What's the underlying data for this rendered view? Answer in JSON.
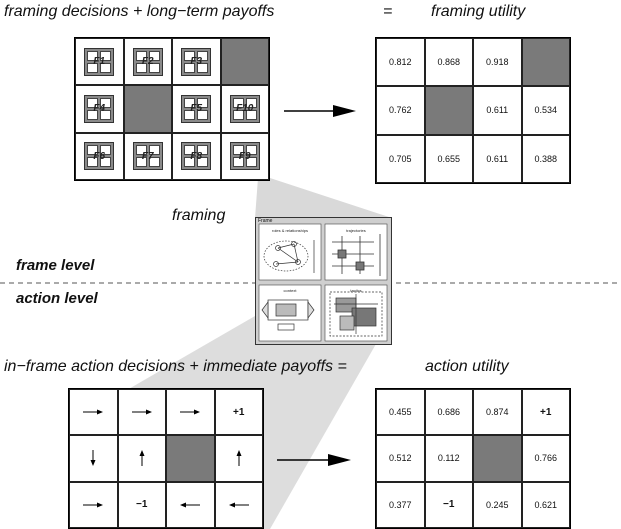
{
  "headings": {
    "top_left": "framing decisions + long−term payoffs",
    "top_equals": "=",
    "top_right": "framing utility",
    "framing": "framing",
    "frame_level": "frame level",
    "action_level": "action level",
    "bottom_left": "in−frame action decisions + immediate payoffs =",
    "bottom_right": "action utility"
  },
  "frame_grid": {
    "rows": [
      [
        {
          "label": "F1"
        },
        {
          "label": "F2"
        },
        {
          "label": "F3"
        },
        {
          "blocked": true
        }
      ],
      [
        {
          "label": "F4"
        },
        {
          "blocked": true
        },
        {
          "label": "F5"
        },
        {
          "label": "F10"
        }
      ],
      [
        {
          "label": "F6"
        },
        {
          "label": "F7"
        },
        {
          "label": "F8"
        },
        {
          "label": "F9"
        }
      ]
    ]
  },
  "framing_utility": {
    "rows": [
      [
        "0.812",
        "0.868",
        "0.918",
        null
      ],
      [
        "0.762",
        null,
        "0.611",
        "0.534"
      ],
      [
        "0.705",
        "0.655",
        "0.611",
        "0.388"
      ]
    ]
  },
  "action_grid": {
    "rows": [
      [
        {
          "arrow": "right"
        },
        {
          "arrow": "right"
        },
        {
          "arrow": "right"
        },
        {
          "text": "+1"
        }
      ],
      [
        {
          "arrow": "down"
        },
        {
          "arrow": "up"
        },
        {
          "blocked": true
        },
        {
          "arrow": "up"
        }
      ],
      [
        {
          "arrow": "right"
        },
        {
          "text": "−1"
        },
        {
          "arrow": "left"
        },
        {
          "arrow": "left"
        }
      ]
    ]
  },
  "action_utility": {
    "rows": [
      [
        "0.455",
        "0.686",
        "0.874",
        "+1"
      ],
      [
        "0.512",
        "0.112",
        null,
        "0.766"
      ],
      [
        "0.377",
        "−1",
        "0.245",
        "0.621"
      ]
    ]
  },
  "framing_panel": {
    "header": "Frame",
    "quadrants": [
      "roles & relationships",
      "trajectories",
      "context",
      "tactics"
    ]
  },
  "colors": {
    "blocked": "#7a7a7a",
    "cone": "#d9d9d9",
    "dash_line": "#555555"
  }
}
